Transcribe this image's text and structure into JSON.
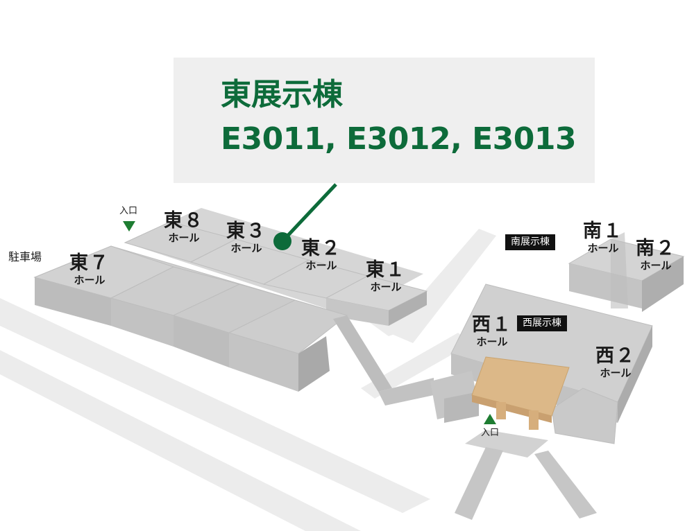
{
  "callout": {
    "title": "東展示棟",
    "booths": "E3011, E3012, E3013"
  },
  "halls": [
    {
      "id": "east-8",
      "name": "東８",
      "sub": "ホール"
    },
    {
      "id": "east-3",
      "name": "東３",
      "sub": "ホール"
    },
    {
      "id": "east-7",
      "name": "東７",
      "sub": "ホール"
    },
    {
      "id": "east-2",
      "name": "東２",
      "sub": "ホール"
    },
    {
      "id": "east-1",
      "name": "東１",
      "sub": "ホール"
    },
    {
      "id": "south-1",
      "name": "南１",
      "sub": "ホール"
    },
    {
      "id": "south-2",
      "name": "南２",
      "sub": "ホール"
    },
    {
      "id": "west-1",
      "name": "西１",
      "sub": "ホール"
    },
    {
      "id": "west-2",
      "name": "西２",
      "sub": "ホール"
    }
  ],
  "tags": {
    "south_building": "南展示棟",
    "west_building": "西展示棟"
  },
  "entrances": {
    "east_entrance": "入口",
    "west_entrance": "入口"
  },
  "parking": "駐車場",
  "colors": {
    "accent_green": "#0d6b3a",
    "entrance_marker_green": "#1e7d32",
    "building_gray": "#c9c9c9",
    "road_gray": "#ececec",
    "atrium_tan": "#dcb888"
  }
}
